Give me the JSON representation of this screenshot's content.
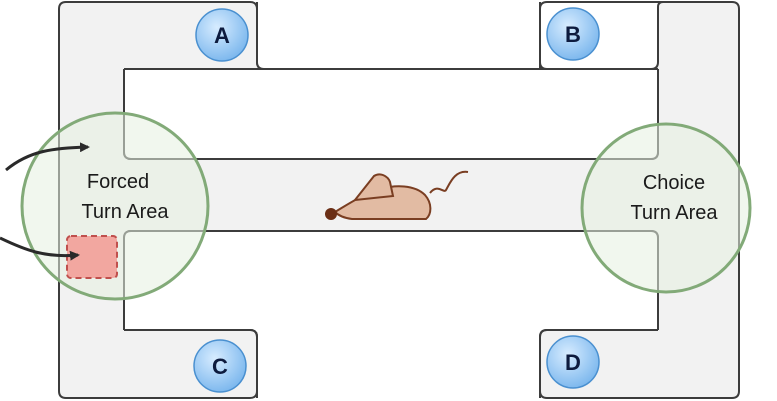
{
  "diagram": {
    "arms": [
      {
        "id": "A",
        "label": "A"
      },
      {
        "id": "B",
        "label": "B"
      },
      {
        "id": "C",
        "label": "C"
      },
      {
        "id": "D",
        "label": "D"
      }
    ],
    "forced_turn_area": {
      "line1": "Forced",
      "line2": "Turn Area"
    },
    "choice_turn_area": {
      "line1": "Choice",
      "line2": "Turn Area"
    },
    "colors": {
      "maze_fill": "#f2f2f2",
      "maze_stroke": "#3c3c3c",
      "zone_fill": "#e6f0e0",
      "zone_stroke": "#82aa78",
      "arm_circle": "#8ec3f0",
      "arm_circle_stroke": "#4a90d0",
      "barrier_fill": "#f2a7a0",
      "barrier_stroke": "#c0504d",
      "mouse_body": "#e2bba3",
      "mouse_stroke": "#7a3e22",
      "arrow": "#2a2a2a"
    }
  }
}
